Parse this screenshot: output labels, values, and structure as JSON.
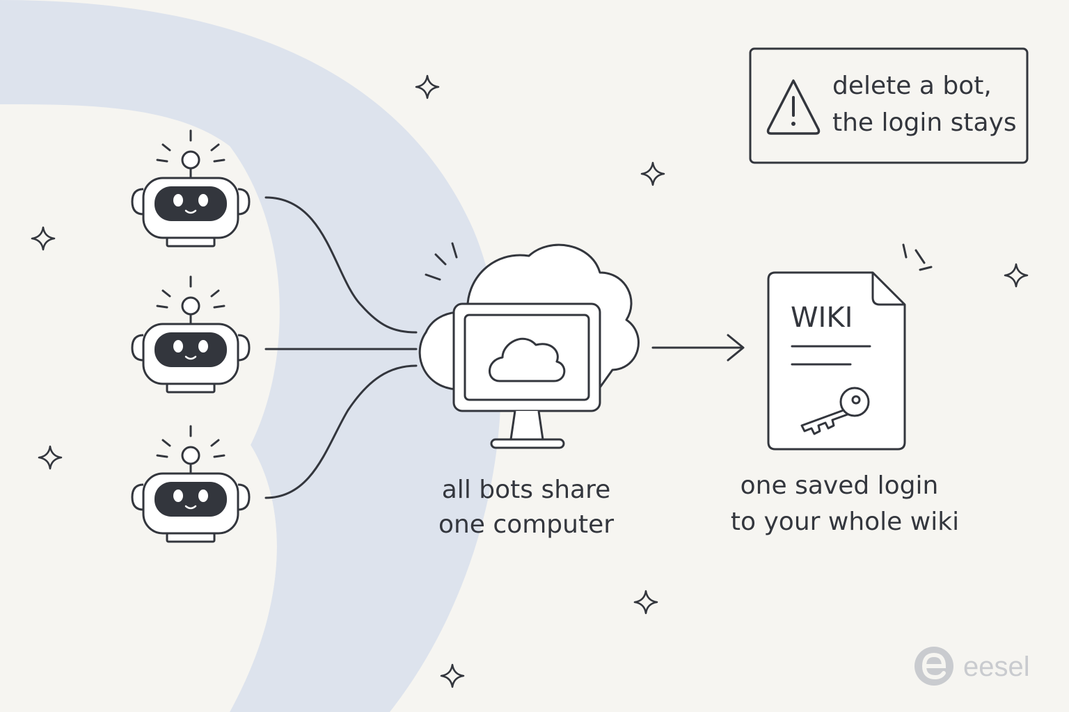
{
  "warning": {
    "line1": "delete a bot,",
    "line2": "the login stays",
    "icon": "warning-triangle-icon"
  },
  "computer": {
    "caption_line1": "all bots share",
    "caption_line2": "one computer",
    "icon": "cloud-monitor-icon"
  },
  "wiki": {
    "title": "WIKI",
    "caption_line1": "one saved login",
    "caption_line2": "to your whole wiki",
    "icon": "key-icon"
  },
  "bots": [
    {
      "icon": "robot-icon"
    },
    {
      "icon": "robot-icon"
    },
    {
      "icon": "robot-icon"
    }
  ],
  "brand": {
    "name": "eesel",
    "icon": "eesel-logo-icon"
  },
  "colors": {
    "background": "#f6f5f1",
    "band": "#dde3ed",
    "ink": "#33363d",
    "robot_face": "#33363d",
    "logo": "#c9cbcf"
  }
}
